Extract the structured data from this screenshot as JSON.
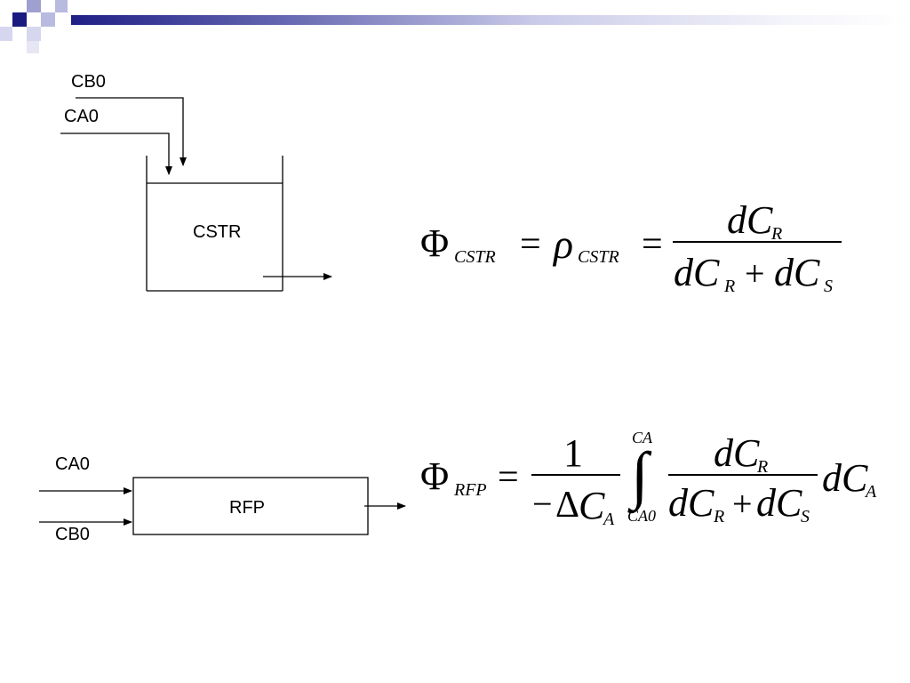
{
  "decoration": {
    "dark_color": "#1a1a80",
    "mid_color": "#9fa0d0",
    "light_color": "#d6d7ee"
  },
  "cstr": {
    "inlet_b": "CB0",
    "inlet_a": "CA0",
    "label": "CSTR"
  },
  "rfp": {
    "inlet_a": "CA0",
    "inlet_b": "CB0",
    "label": "RFP"
  },
  "eq_cstr": {
    "phi": "Φ",
    "phi_sub": "CSTR",
    "eq1": "=",
    "rho": "ρ",
    "rho_sub": "CSTR",
    "eq2": "=",
    "num_d": "dC",
    "num_sub": "R",
    "den_d1": "dC",
    "den_sub1": "R",
    "plus": "+",
    "den_d2": "dC",
    "den_sub2": "S"
  },
  "eq_rfp": {
    "phi": "Φ",
    "phi_sub": "RFP",
    "eq": "=",
    "frac_num": "1",
    "frac_den_minus": "−",
    "frac_den_delta": "Δ",
    "frac_den_c": "C",
    "frac_den_sub": "A",
    "integral": "∫",
    "int_upper": "CA",
    "int_lower": "CA0",
    "num_d": "dC",
    "num_sub": "R",
    "den_d1": "dC",
    "den_sub1": "R",
    "plus": "+",
    "den_d2": "dC",
    "den_sub2": "S",
    "tail_d": "dC",
    "tail_sub": "A"
  }
}
